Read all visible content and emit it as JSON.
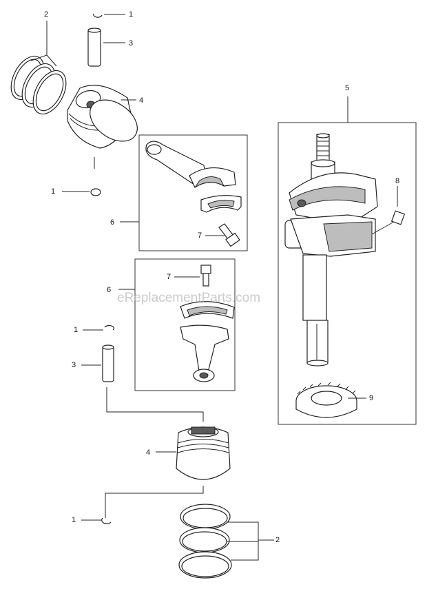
{
  "callouts": {
    "snap_ring_top": "1",
    "ring_set_top": "2",
    "piston_pin_top": "3",
    "piston_top": "4",
    "snap_ring_mid": "1",
    "crankshaft": "5",
    "connecting_rod_top": "6",
    "rod_bolt_top": "7",
    "key": "8",
    "rod_bolt_bottom": "7",
    "connecting_rod_bottom": "6",
    "snap_ring_lower": "1",
    "piston_pin_bottom": "3",
    "piston_bottom": "4",
    "timing_gear": "9",
    "snap_ring_bottom": "1",
    "ring_set_bottom": "2"
  },
  "watermark": "eReplacementParts.com"
}
